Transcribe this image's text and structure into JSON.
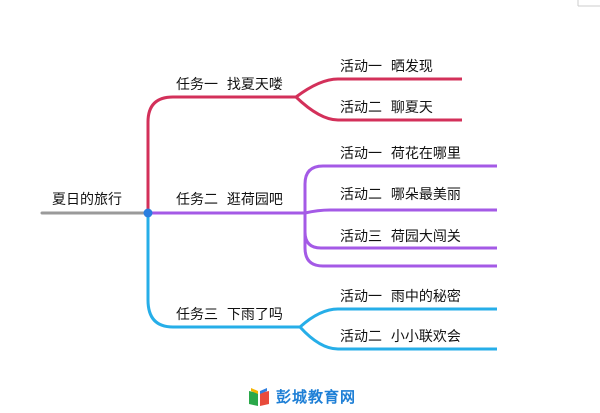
{
  "root": {
    "label": "夏日的旅行",
    "color": "#9a9a9a",
    "node_color": "#2b7fe0"
  },
  "tasks": [
    {
      "label": "任务一  找夏天喽",
      "color": "#d3305a",
      "activities": [
        {
          "label": "活动一  晒发现"
        },
        {
          "label": "活动二  聊夏天"
        }
      ]
    },
    {
      "label": "任务二  逛荷园吧",
      "color": "#a45ae6",
      "activities": [
        {
          "label": "活动一  荷花在哪里"
        },
        {
          "label": "活动二  哪朵最美丽"
        },
        {
          "label": "活动三  荷园大闯关"
        },
        {
          "label": ""
        }
      ]
    },
    {
      "label": "任务三  下雨了吗",
      "color": "#26aee8",
      "activities": [
        {
          "label": "活动一  雨中的秘密"
        },
        {
          "label": "活动二  小小联欢会"
        }
      ]
    }
  ],
  "watermark": {
    "text": "彭城教育网",
    "icon": "open-book-icon"
  }
}
